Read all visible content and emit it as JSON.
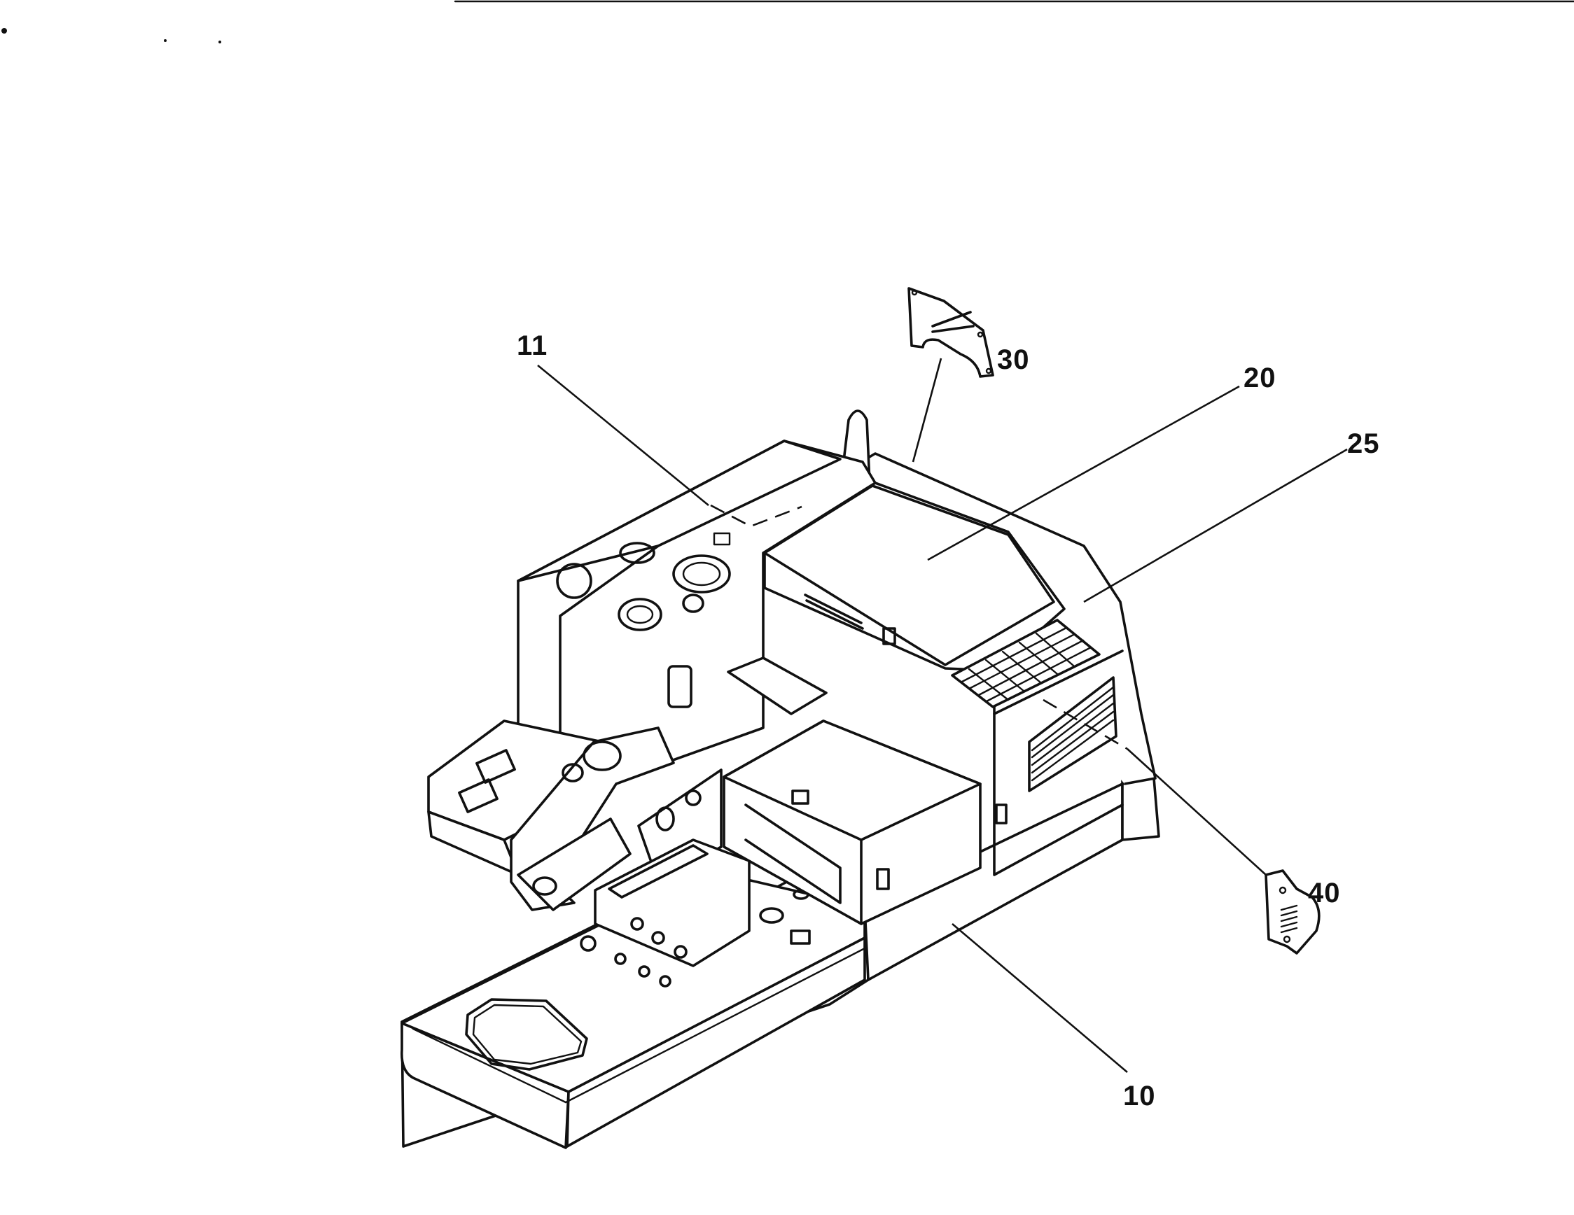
{
  "diagram": {
    "callouts": [
      {
        "id": "11",
        "label": "11"
      },
      {
        "id": "30",
        "label": "30"
      },
      {
        "id": "20",
        "label": "20"
      },
      {
        "id": "25",
        "label": "25"
      },
      {
        "id": "40",
        "label": "40"
      },
      {
        "id": "10",
        "label": "10"
      }
    ],
    "line_color": "#111111",
    "background": "#ffffff"
  }
}
